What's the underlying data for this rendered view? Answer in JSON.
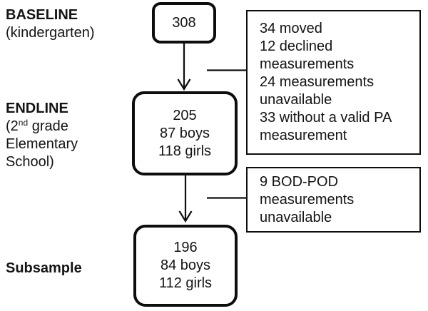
{
  "labels": {
    "baseline": {
      "title": "BASELINE",
      "subtitle": "(kindergarten)"
    },
    "endline": {
      "title": "ENDLINE",
      "grade_pre": "(2",
      "grade_sup": "nd",
      "grade_post": " grade",
      "line2": "Elementary",
      "line3": "School)"
    },
    "subsample": {
      "title": "Subsample"
    }
  },
  "nodes": {
    "baseline": {
      "count": "308"
    },
    "endline": {
      "count": "205",
      "boys": "87 boys",
      "girls": "118 girls"
    },
    "subsample": {
      "count": "196",
      "boys": "84 boys",
      "girls": "112 girls"
    }
  },
  "exclusions": {
    "first": {
      "lines": [
        "34 moved",
        "12 declined",
        "measurements",
        "24 measurements",
        "unavailable",
        "33 without a valid PA",
        "measurement"
      ]
    },
    "second": {
      "lines": [
        "9 BOD-POD",
        "measurements",
        "unavailable"
      ]
    }
  },
  "colors": {
    "ink": "#141414",
    "box_border": "#0d0d0d",
    "background": "#ffffff"
  }
}
